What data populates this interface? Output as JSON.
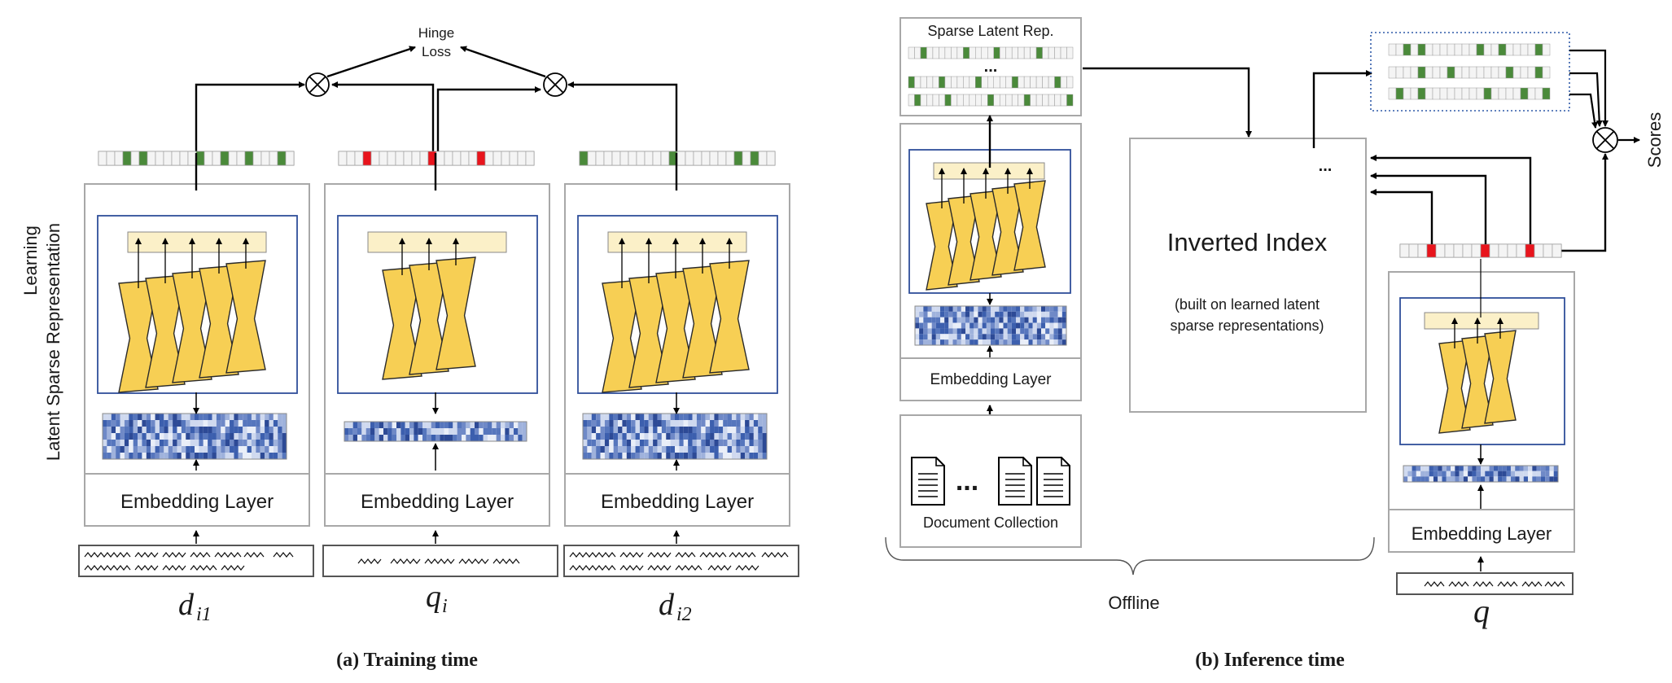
{
  "training": {
    "hinge_loss": [
      "Hinge",
      "Loss"
    ],
    "side_label": [
      "Learning",
      "Latent Sparse Representation"
    ],
    "columns": [
      {
        "embedding_label": "Embedding Layer",
        "input_symbol": "d",
        "input_subscript": "i1",
        "sparse_color": "#4a8a3a"
      },
      {
        "embedding_label": "Embedding Layer",
        "input_symbol": "q",
        "input_subscript": "i",
        "sparse_color": "#e8141c"
      },
      {
        "embedding_label": "Embedding Layer",
        "input_symbol": "d",
        "input_subscript": "i2",
        "sparse_color": "#4a8a3a"
      }
    ],
    "caption": "(a) Training time"
  },
  "inference": {
    "sparse_latent_title": "Sparse Latent Rep.",
    "ellipsis": "...",
    "embedding_label": "Embedding Layer",
    "document_collection_label": "Document Collection",
    "doc_ellipsis": "...",
    "inverted_index_title": "Inverted Index",
    "inverted_index_sub": [
      "(built on learned latent",
      "sparse representations)"
    ],
    "index_ellipsis": "...",
    "offline_label": "Offline",
    "query_embedding_label": "Embedding Layer",
    "query_symbol": "q",
    "scores_label": "Scores",
    "caption": "(b) Inference time"
  },
  "colors": {
    "box_border": "#a8a8a8",
    "inner_border": "#2f4f9a",
    "funnel_fill": "#f7cf54",
    "funnel_stroke": "#2a2a2a",
    "feature_bar": "#fbf0c8",
    "green_cell": "#4a8a3a",
    "red_cell": "#e8141c",
    "dotted_box": "#2f5aa8"
  }
}
